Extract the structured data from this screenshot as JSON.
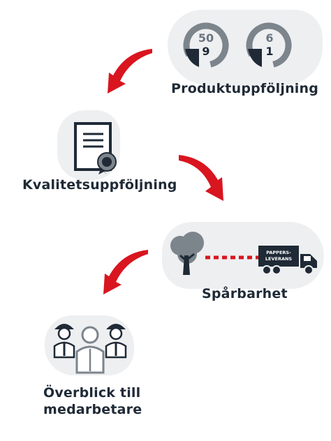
{
  "steps": {
    "produkt": {
      "label": "Produktuppföljning",
      "gauge_left": {
        "top": "50",
        "bottom": "9"
      },
      "gauge_right": {
        "top": "6",
        "bottom": "1"
      }
    },
    "kvalitet": {
      "label": "Kvalitetsuppföljning"
    },
    "sparbarhet": {
      "label": "Spårbarhet",
      "truck_line1": "PAPPERS-",
      "truck_line2": "LEVERANS"
    },
    "overblick": {
      "label_line1": "Överblick till",
      "label_line2": "medarbetare"
    }
  },
  "colors": {
    "arrow": "#d9151f",
    "dark": "#1f2a36",
    "gauge_light": "#7c848c",
    "blob": "#eeeff1"
  },
  "icons": [
    "gauge-icon",
    "certificate-icon",
    "tree-icon",
    "truck-icon",
    "workers-icon",
    "curved-arrow-icon"
  ]
}
